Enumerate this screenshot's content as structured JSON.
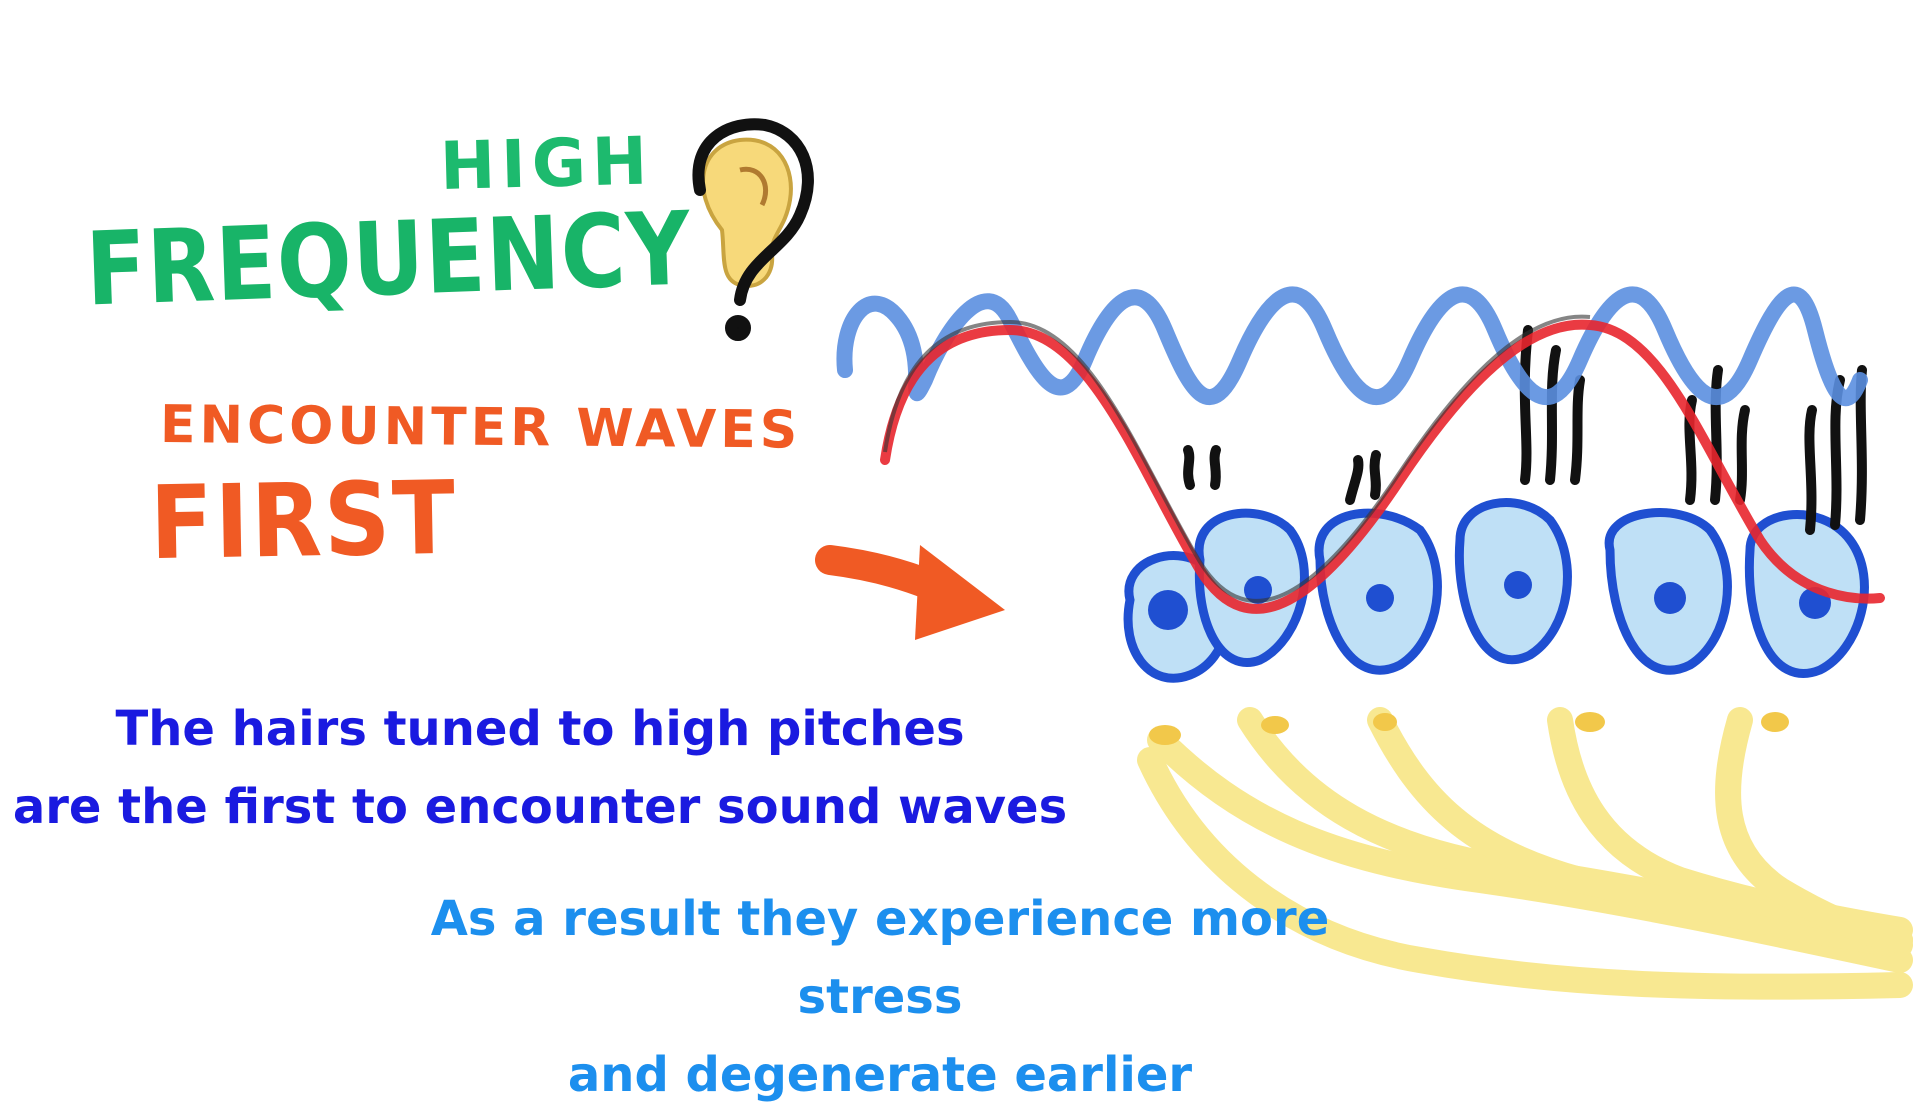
{
  "heading": {
    "high": "HIGH",
    "frequency": "FREQUENCY"
  },
  "note": {
    "line1": "ENCOUNTER WAVES",
    "line2": "FIRST"
  },
  "caption1": {
    "line1": "The hairs tuned to high pitches",
    "line2": "are the first to encounter sound waves"
  },
  "caption2": {
    "line1": "As a result they experience more stress",
    "line2": "and degenerate earlier"
  },
  "colors": {
    "green_marker": "#1dba6e",
    "orange_marker": "#f05a24",
    "caption1": "#1a1ae0",
    "caption2": "#1c8fee",
    "high_wave": "#5b8fe0",
    "low_wave": "#e8262e",
    "cells": "#1f4fd1",
    "nerves": "#f6e27a"
  },
  "icons": [
    "ear-icon",
    "question-mark-icon",
    "arrow-icon"
  ]
}
